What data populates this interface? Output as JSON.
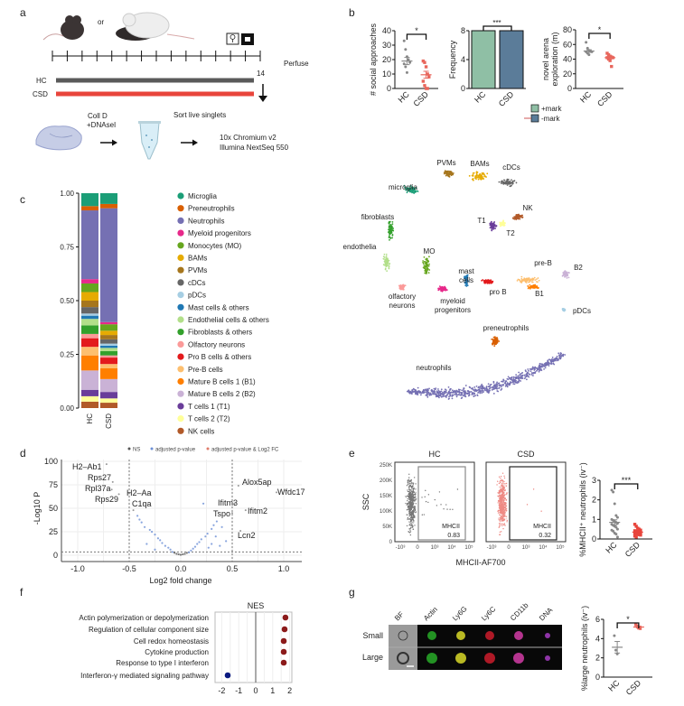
{
  "panels": {
    "a": "a",
    "b": "b",
    "c": "c",
    "d": "d",
    "e": "e",
    "f": "f",
    "g": "g"
  },
  "panel_a": {
    "or_text": "or",
    "perfuse": "Perfuse",
    "day_end": "14",
    "hc": "HC",
    "csd": "CSD",
    "colors": {
      "hc": "#5a5a5a",
      "csd": "#e8453c"
    },
    "step1": "Coll D",
    "step1b": "+DNAseI",
    "step2": "Sort live singlets",
    "step3": "10x Chromium v2",
    "step3b": "Illumina NextSeq 550",
    "icons": [
      "mouse-icon",
      "aggressor-mouse-icon",
      "female-symbol-icon",
      "box-icon",
      "brain-icon",
      "tube-icon",
      "arrow-right-icon"
    ]
  },
  "chart_data": [
    {
      "id": "b1",
      "type": "scatter",
      "ylabel": "# social approaches",
      "categories": [
        "HC",
        "CSD"
      ],
      "ylim": [
        0,
        40
      ],
      "yticks": [
        0,
        10,
        20,
        30,
        40
      ],
      "significance": "*",
      "series": [
        {
          "name": "HC",
          "values": [
            33,
            27,
            22,
            20,
            18,
            17,
            15,
            11
          ],
          "mean": 19,
          "sem": 2.5,
          "color": "#888888"
        },
        {
          "name": "CSD",
          "values": [
            19,
            18,
            15,
            10,
            8,
            5,
            2,
            0,
            0
          ],
          "mean": 9.5,
          "sem": 2.4,
          "color": "#e8665c"
        }
      ]
    },
    {
      "id": "b2",
      "type": "bar",
      "ylabel": "Frequency",
      "categories": [
        "HC",
        "CSD"
      ],
      "ylim": [
        0,
        8
      ],
      "yticks": [
        0,
        4,
        8
      ],
      "values": [
        8,
        8
      ],
      "colors": [
        "#8fbfa5",
        "#5b7c99"
      ],
      "significance": "***",
      "legend": [
        "+mark",
        "-mark"
      ]
    },
    {
      "id": "b3",
      "type": "scatter",
      "ylabel": "novel arena",
      "ylabel2": "exploration (m)",
      "categories": [
        "HC",
        "CSD"
      ],
      "ylim": [
        0,
        80
      ],
      "yticks": [
        0,
        20,
        40,
        60,
        80
      ],
      "significance": "*",
      "series": [
        {
          "name": "HC",
          "values": [
            63,
            55,
            52,
            51,
            50,
            50,
            48,
            46
          ],
          "mean": 51,
          "sem": 1.8,
          "color": "#888888"
        },
        {
          "name": "CSD",
          "values": [
            48,
            46,
            44,
            43,
            42,
            42,
            40,
            38,
            30
          ],
          "mean": 42,
          "sem": 1.7,
          "color": "#e8665c"
        }
      ]
    },
    {
      "id": "c",
      "type": "bar",
      "subtype": "stacked",
      "categories": [
        "HC",
        "CSD"
      ],
      "ylim": [
        0,
        1
      ],
      "yticks": [
        "0.00",
        "0.25",
        "0.50",
        "0.75",
        "1.00"
      ],
      "legend_placement": "right",
      "series": [
        {
          "name": "Microglia",
          "color": "#1b9e77",
          "values": [
            0.06,
            0.05
          ]
        },
        {
          "name": "Preneutrophils",
          "color": "#d95f02",
          "values": [
            0.02,
            0.02
          ]
        },
        {
          "name": "Neutrophils",
          "color": "#7570b3",
          "values": [
            0.32,
            0.53
          ]
        },
        {
          "name": "Myeloid progenitors",
          "color": "#e7298a",
          "values": [
            0.02,
            0.01
          ]
        },
        {
          "name": "Monocytes (MO)",
          "color": "#66a61e",
          "values": [
            0.04,
            0.03
          ]
        },
        {
          "name": "BAMs",
          "color": "#e6ab02",
          "values": [
            0.04,
            0.02
          ]
        },
        {
          "name": "PVMs",
          "color": "#a6761d",
          "values": [
            0.03,
            0.02
          ]
        },
        {
          "name": "cDCs",
          "color": "#666666",
          "values": [
            0.03,
            0.02
          ]
        },
        {
          "name": "pDCs",
          "color": "#a6cee3",
          "values": [
            0.01,
            0.01
          ]
        },
        {
          "name": "Mast cells & others",
          "color": "#1f78b4",
          "values": [
            0.015,
            0.01
          ]
        },
        {
          "name": "Endothelial cells & others",
          "color": "#b2df8a",
          "values": [
            0.03,
            0.015
          ]
        },
        {
          "name": "Fibroblasts & others",
          "color": "#33a02c",
          "values": [
            0.04,
            0.02
          ]
        },
        {
          "name": "Olfactory neurons",
          "color": "#fb9a99",
          "values": [
            0.02,
            0.01
          ]
        },
        {
          "name": "Pro B cells & others",
          "color": "#e31a1c",
          "values": [
            0.04,
            0.03
          ]
        },
        {
          "name": "Pre-B cells",
          "color": "#fdbf6f",
          "values": [
            0.04,
            0.02
          ]
        },
        {
          "name": "Mature B cells 1 (B1)",
          "color": "#ff7f00",
          "values": [
            0.07,
            0.05
          ]
        },
        {
          "name": "Mature B cells 2 (B2)",
          "color": "#cab2d6",
          "values": [
            0.09,
            0.06
          ]
        },
        {
          "name": "T cells 1 (T1)",
          "color": "#6a3d9a",
          "values": [
            0.03,
            0.03
          ]
        },
        {
          "name": "T cells 2 (T2)",
          "color": "#ffff99",
          "values": [
            0.025,
            0.02
          ]
        },
        {
          "name": "NK cells",
          "color": "#b15928",
          "values": [
            0.03,
            0.025
          ]
        }
      ]
    },
    {
      "id": "umap",
      "type": "scatter",
      "clusters": [
        {
          "label": "microglia",
          "color": "#1b9e77"
        },
        {
          "label": "PVMs",
          "color": "#a6761d"
        },
        {
          "label": "BAMs",
          "color": "#e6ab02"
        },
        {
          "label": "cDCs",
          "color": "#666666"
        },
        {
          "label": "fibroblasts",
          "color": "#33a02c"
        },
        {
          "label": "endothelia",
          "color": "#b2df8a"
        },
        {
          "label": "olfactory",
          "label2": "neurons",
          "color": "#fb9a99"
        },
        {
          "label": "MO",
          "color": "#66a61e"
        },
        {
          "label": "mast",
          "label2": "cells",
          "color": "#1f78b4"
        },
        {
          "label": "myeloid",
          "label2": "progenitors",
          "color": "#e7298a"
        },
        {
          "label": "T1",
          "color": "#6a3d9a"
        },
        {
          "label": "T2",
          "color": "#ffff99"
        },
        {
          "label": "NK",
          "color": "#b15928"
        },
        {
          "label": "pro B",
          "color": "#e31a1c"
        },
        {
          "label": "pre-B",
          "color": "#fdbf6f"
        },
        {
          "label": "B1",
          "color": "#ff7f00"
        },
        {
          "label": "B2",
          "color": "#cab2d6"
        },
        {
          "label": "pDCs",
          "color": "#a6cee3"
        },
        {
          "label": "preneutrophils",
          "color": "#d95f02"
        },
        {
          "label": "neutrophils",
          "color": "#7570b3"
        }
      ]
    },
    {
      "id": "d",
      "type": "scatter",
      "subtype": "volcano",
      "xlabel": "Log2 fold change",
      "ylabel": "-Log10 P",
      "xlim": [
        -1.15,
        1.15
      ],
      "ylim": [
        0,
        100
      ],
      "xticks": [
        "-1.0",
        "-0.5",
        "0.0",
        "0.5",
        "1.0"
      ],
      "yticks": [
        0,
        25,
        50,
        75,
        100
      ],
      "thresholds": {
        "x": [
          -0.5,
          0.5
        ],
        "y": 3.5
      },
      "grid": true,
      "legend": [
        {
          "name": "NS",
          "color": "#555555"
        },
        {
          "name": "adjusted p-value",
          "color": "#6c8fd6"
        },
        {
          "name": "adjusted p-value & Log2 FC",
          "color": "#e07a6a"
        }
      ],
      "labeled_genes": [
        {
          "gene": "H2–Ab1",
          "x": -0.72,
          "y": 97
        },
        {
          "gene": "Rps27",
          "x": -0.66,
          "y": 78
        },
        {
          "gene": "Rpl37a",
          "x": -0.67,
          "y": 70
        },
        {
          "gene": "Rps29",
          "x": -0.6,
          "y": 65
        },
        {
          "gene": "H2–Aa",
          "x": -0.5,
          "y": 66
        },
        {
          "gene": "C1qa",
          "x": -0.46,
          "y": 48
        },
        {
          "gene": "Alox5ap",
          "x": 0.56,
          "y": 74
        },
        {
          "gene": "Wfdc17",
          "x": 0.93,
          "y": 67
        },
        {
          "gene": "Ifitm3",
          "x": 0.52,
          "y": 55
        },
        {
          "gene": "Tspo",
          "x": 0.5,
          "y": 45
        },
        {
          "gene": "Ifitm2",
          "x": 0.63,
          "y": 48
        },
        {
          "gene": "Lcn2",
          "x": 0.58,
          "y": 26
        }
      ],
      "points": [
        [
          0,
          0.5
        ],
        [
          0.02,
          1
        ],
        [
          -0.02,
          1
        ],
        [
          0.04,
          1.5
        ],
        [
          -0.04,
          1.5
        ],
        [
          0.06,
          2.5
        ],
        [
          -0.06,
          2.5
        ],
        [
          0.08,
          3
        ],
        [
          -0.08,
          3.5
        ],
        [
          0.1,
          5
        ],
        [
          -0.1,
          6
        ],
        [
          0.12,
          7
        ],
        [
          -0.12,
          8
        ],
        [
          0.14,
          9
        ],
        [
          -0.15,
          10
        ],
        [
          0.16,
          12
        ],
        [
          -0.18,
          13
        ],
        [
          0.18,
          14
        ],
        [
          -0.2,
          16
        ],
        [
          0.2,
          17
        ],
        [
          -0.22,
          18
        ],
        [
          0.24,
          20
        ],
        [
          -0.25,
          22
        ],
        [
          0.26,
          23
        ],
        [
          -0.28,
          25
        ],
        [
          0.3,
          28
        ],
        [
          -0.3,
          27
        ],
        [
          0.32,
          32
        ],
        [
          -0.35,
          30
        ],
        [
          0.35,
          36
        ],
        [
          -0.38,
          35
        ],
        [
          0.4,
          30
        ],
        [
          -0.4,
          38
        ],
        [
          0.22,
          55
        ],
        [
          0.34,
          20
        ],
        [
          -0.42,
          42
        ],
        [
          0.38,
          10
        ],
        [
          0.44,
          15
        ],
        [
          0.3,
          12
        ],
        [
          -0.33,
          12
        ],
        [
          0.27,
          8
        ],
        [
          -0.25,
          6
        ]
      ]
    },
    {
      "id": "e_flow",
      "type": "scatter",
      "subtype": "flow",
      "xlabel": "MHCII-AF700",
      "ylabel": "SSC",
      "xticks": [
        "-10³",
        "0",
        "10³",
        "10⁴",
        "10⁵"
      ],
      "yticks": [
        "0",
        "50K",
        "100K",
        "150K",
        "200K",
        "250K"
      ],
      "plots": [
        {
          "title": "HC",
          "gate": "MHCII",
          "gate_value": "0.83",
          "color": "#777777",
          "gate_color": "#888888"
        },
        {
          "title": "CSD",
          "gate": "MHCII",
          "gate_value": "0.32",
          "color": "#ee8a84",
          "gate_color": "#222222"
        }
      ]
    },
    {
      "id": "e2",
      "type": "scatter",
      "ylabel": "%MHCII⁺ neutrophils (iv⁻)",
      "categories": [
        "HC",
        "CSD"
      ],
      "ylim": [
        0,
        3
      ],
      "yticks": [
        0,
        1,
        2,
        3
      ],
      "significance": "***",
      "series": [
        {
          "name": "HC",
          "values": [
            2.5,
            2.4,
            1.8,
            1.2,
            1.1,
            1.0,
            0.95,
            0.9,
            0.85,
            0.8,
            0.75,
            0.7,
            0.65,
            0.6,
            0.5,
            0.45,
            0.4,
            0.3,
            0.25,
            0.1
          ],
          "mean": 0.85,
          "sem": 0.13,
          "color": "#888888"
        },
        {
          "name": "CSD",
          "values": [
            0.75,
            0.65,
            0.55,
            0.5,
            0.45,
            0.42,
            0.4,
            0.38,
            0.35,
            0.32,
            0.3,
            0.28,
            0.25,
            0.22,
            0.2,
            0.15,
            0.1
          ],
          "mean": 0.35,
          "sem": 0.04,
          "color": "#e8453c"
        }
      ]
    },
    {
      "id": "f",
      "type": "scatter",
      "subtype": "dot",
      "title": "NES",
      "xlim": [
        -2.2,
        2.2
      ],
      "xticks": [
        -2,
        -1,
        0,
        1,
        2
      ],
      "grid": true,
      "categories": [
        "Actin polymerization or depolymerization",
        "Regulation of cellular component size",
        "Cell redox homeostasis",
        "Cytokine production",
        "Response to type I interferon",
        "Interferon-γ mediated signaling pathway"
      ],
      "values": [
        1.75,
        1.7,
        1.65,
        1.65,
        1.65,
        -1.65
      ],
      "colors": {
        "positive": "#8b1a1a",
        "negative": "#0a1a80"
      }
    },
    {
      "id": "g2",
      "type": "scatter",
      "ylabel": "%large neutrophils (iv⁻)",
      "categories": [
        "HC",
        "CSD"
      ],
      "ylim": [
        0,
        6
      ],
      "yticks": [
        0,
        2,
        4,
        6
      ],
      "significance": "*",
      "series": [
        {
          "name": "HC",
          "values": [
            4.3,
            2.8,
            2.4
          ],
          "mean": 3.1,
          "sem": 0.6,
          "color": "#888888"
        },
        {
          "name": "CSD",
          "values": [
            5.45,
            5.3,
            5.1,
            5.05
          ],
          "mean": 5.2,
          "sem": 0.1,
          "color": "#e8665c"
        }
      ]
    }
  ],
  "panel_g": {
    "channels": [
      {
        "name": "BF",
        "color": "#d0d0d0"
      },
      {
        "name": "Actin",
        "color": "#2bb52b"
      },
      {
        "name": "Ly6G",
        "color": "#e6e62a"
      },
      {
        "name": "Ly6C",
        "color": "#d81e2e"
      },
      {
        "name": "CD11b",
        "color": "#e040b0"
      },
      {
        "name": "DNA",
        "color": "#b040d0"
      }
    ],
    "rows": [
      "Small",
      "Large"
    ]
  }
}
